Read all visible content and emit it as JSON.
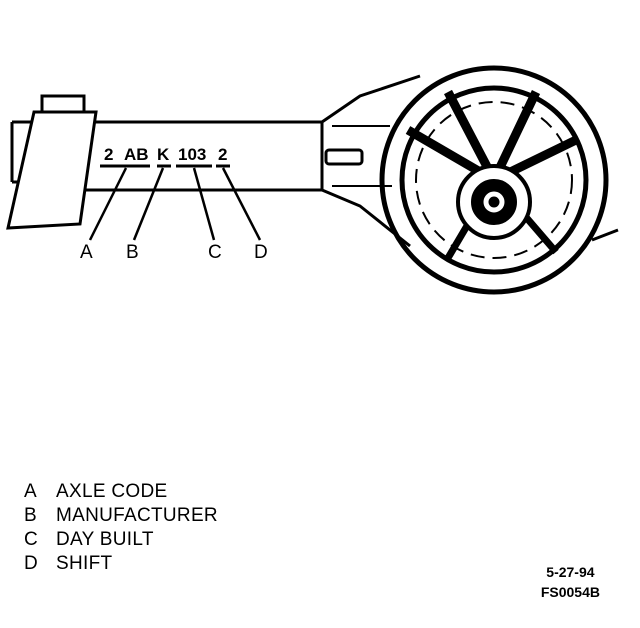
{
  "stamp": {
    "segments": [
      "2",
      "AB",
      "K",
      "103",
      "2"
    ]
  },
  "callouts": [
    "A",
    "B",
    "C",
    "D"
  ],
  "legend": [
    {
      "key": "A",
      "label": "AXLE CODE"
    },
    {
      "key": "B",
      "label": "MANUFACTURER"
    },
    {
      "key": "C",
      "label": "DAY BUILT"
    },
    {
      "key": "D",
      "label": "SHIFT"
    }
  ],
  "footer": {
    "date": "5-27-94",
    "figure_id": "FS0054B"
  }
}
